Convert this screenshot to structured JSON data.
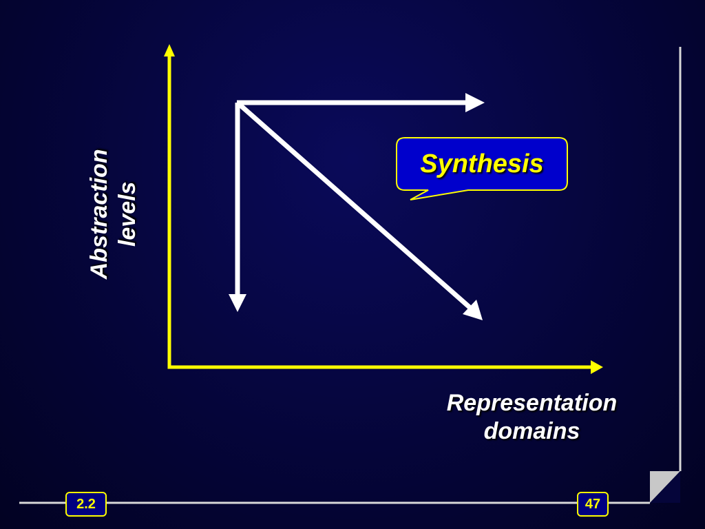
{
  "diagram": {
    "y_axis_label": "Abstraction levels",
    "x_axis_label": "Representation domains",
    "callout": "Synthesis"
  },
  "footer": {
    "section": "2.2",
    "page_number": "47"
  },
  "colors": {
    "axis": "#ffff00",
    "arrows": "#ffffff",
    "callout_fill": "#0000cc",
    "callout_border": "#ffff00",
    "frame": "#d8d8d8",
    "background": "#05053a"
  }
}
